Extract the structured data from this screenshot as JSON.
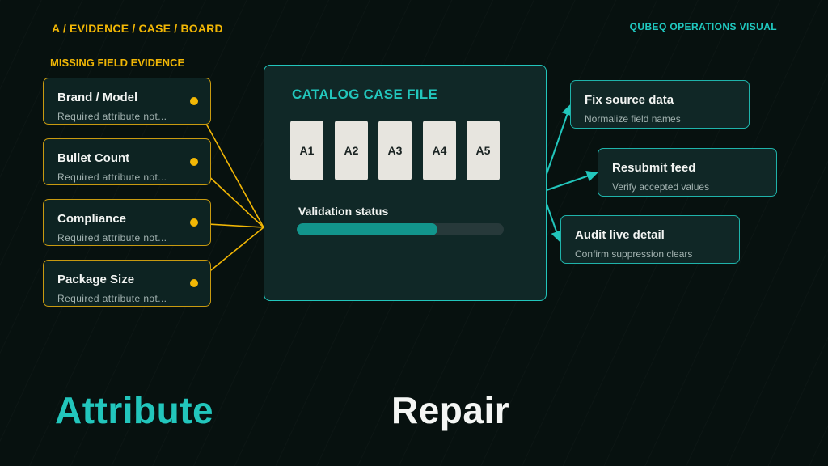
{
  "header": {
    "breadcrumb": "A / EVIDENCE / CASE / BOARD",
    "brand": "QUBEQ OPERATIONS VISUAL"
  },
  "evidence": {
    "section_label": "MISSING FIELD EVIDENCE",
    "items": [
      {
        "title": "Brand / Model",
        "subtitle": "Required  attribute  not..."
      },
      {
        "title": "Bullet Count",
        "subtitle": "Required  attribute  not..."
      },
      {
        "title": "Compliance",
        "subtitle": "Required  attribute  not..."
      },
      {
        "title": "Package Size",
        "subtitle": "Required  attribute  not..."
      }
    ]
  },
  "case_file": {
    "title": "CATALOG CASE FILE",
    "slots": [
      "A1",
      "A2",
      "A3",
      "A4",
      "A5"
    ],
    "status_label": "Validation status",
    "progress_percent": 68
  },
  "actions": [
    {
      "title": "Fix source data",
      "subtitle": "Normalize field names"
    },
    {
      "title": "Resubmit feed",
      "subtitle": "Verify accepted values"
    },
    {
      "title": "Audit live detail",
      "subtitle": "Confirm suppression clears"
    }
  ],
  "footer": {
    "word_1": "Attribute",
    "word_2": "Repair"
  },
  "colors": {
    "accent_amber": "#f2b705",
    "accent_teal": "#22c6bc",
    "background": "#07110f"
  }
}
